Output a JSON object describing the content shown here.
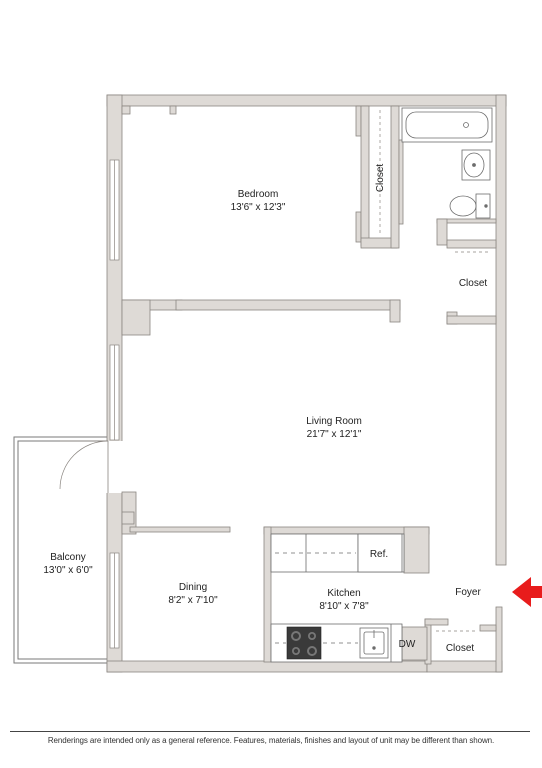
{
  "rooms": {
    "bedroom": {
      "name": "Bedroom",
      "dims": "13'6\" x 12'3\""
    },
    "living": {
      "name": "Living Room",
      "dims": "21'7\" x 12'1\""
    },
    "balcony": {
      "name": "Balcony",
      "dims": "13'0\" x 6'0\""
    },
    "dining": {
      "name": "Dining",
      "dims": "8'2\" x 7'10\""
    },
    "kitchen": {
      "name": "Kitchen",
      "dims": "8'10\" x 7'8\""
    },
    "foyer": {
      "name": "Foyer"
    },
    "closet_bed": {
      "name": "Closet"
    },
    "closet_hall": {
      "name": "Closet"
    },
    "closet_foyer": {
      "name": "Closet"
    }
  },
  "fixtures": {
    "ref": "Ref.",
    "dw": "DW"
  },
  "colors": {
    "wall": "#dedad6",
    "wall_edge": "#8a8580",
    "entry_arrow": "#e81c1c",
    "line": "#6d6d6d"
  },
  "icons": [
    "bathtub-icon",
    "sink-icon",
    "toilet-icon",
    "stove-icon",
    "kitchen-sink-icon",
    "entry-arrow-icon"
  ],
  "disclaimer": "Renderings are intended only as a general reference. Features, materials, finishes and layout of unit may be different than shown."
}
